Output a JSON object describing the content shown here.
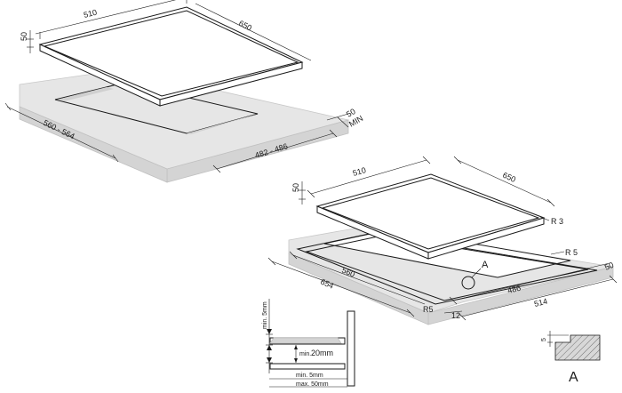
{
  "top_view": {
    "dim_width": "510",
    "dim_depth": "650",
    "dim_height": "50",
    "dim_cutout_width": "560 - 564",
    "dim_cutout_depth": "482 - 486",
    "dim_min_clearance": "50",
    "min_label": "MIN"
  },
  "bottom_view": {
    "dim_width": "510",
    "dim_depth": "650",
    "dim_height": "50",
    "radius_top": "R 3",
    "radius_cutout": "R 5",
    "radius_corner": "R5",
    "dim_clearance": "50",
    "dim_cutout_width": "560",
    "dim_outer_width": "654",
    "dim_cutout_depth": "486",
    "dim_outer_depth": "514",
    "dim_offset": "12",
    "detail_callout": "A"
  },
  "section_detail": {
    "min_top": "min. 5mm",
    "gap": "20mm",
    "gap_prefix": "min.",
    "min_bottom": "min. 5mm",
    "max_bottom": "max. 50mm"
  },
  "detail_a": {
    "dim": "5",
    "label": "A"
  }
}
